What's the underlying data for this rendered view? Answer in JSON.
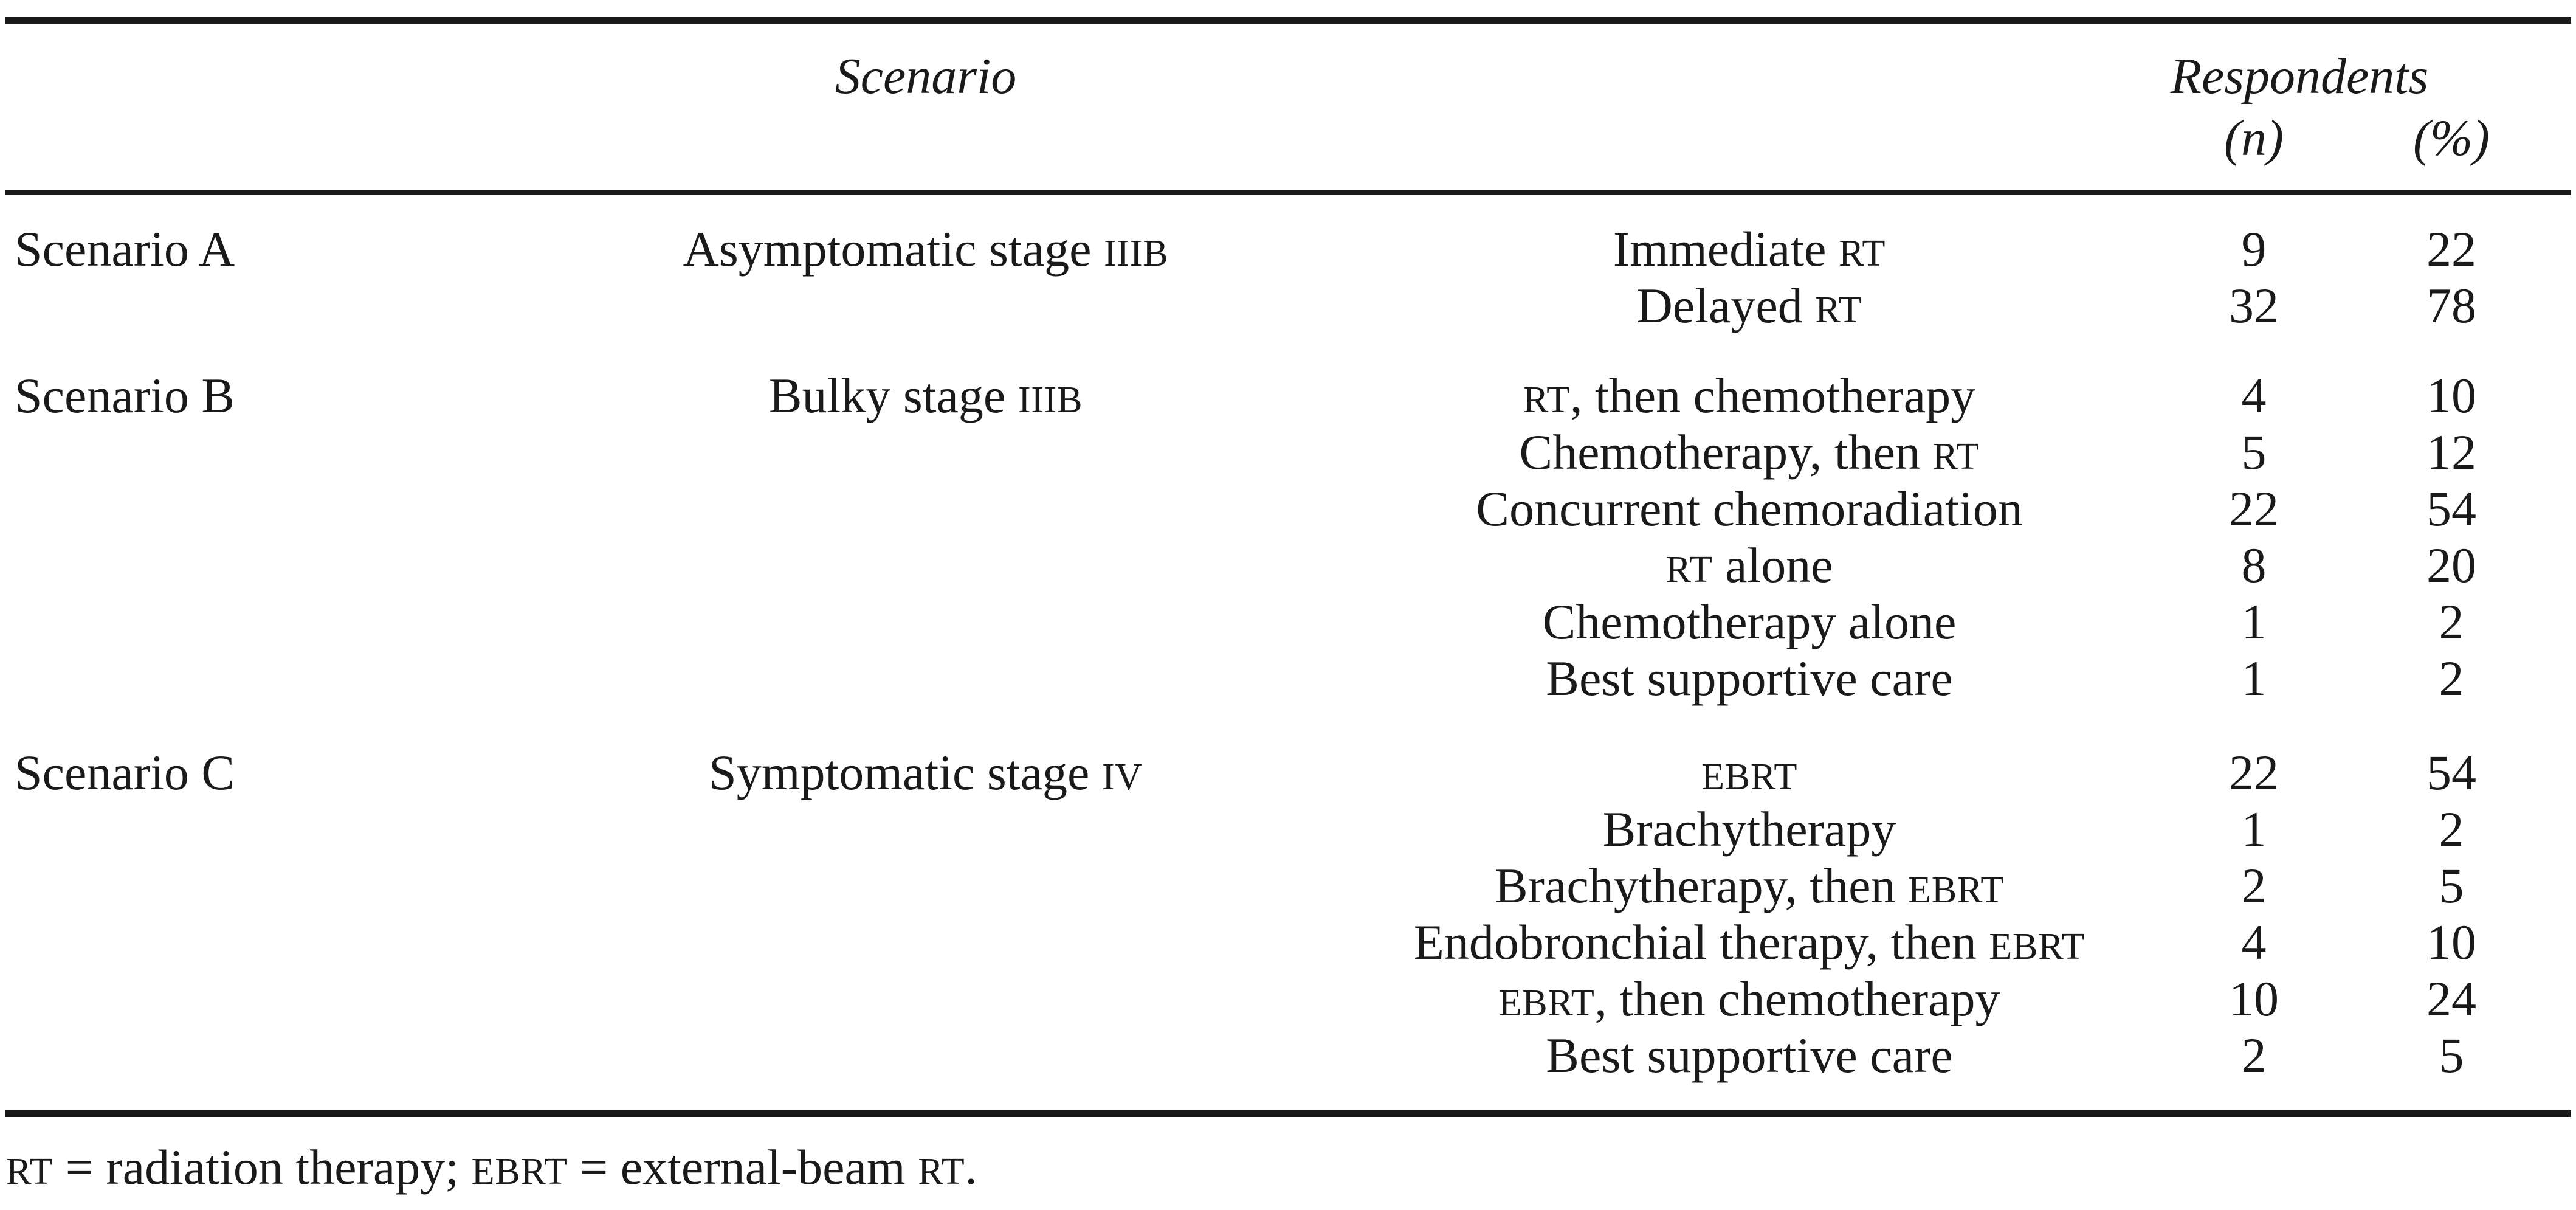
{
  "colors": {
    "text": "#1a1a1a",
    "rule": "#1a1a1a",
    "background": "#ffffff"
  },
  "table": {
    "header": {
      "scenario": "Scenario",
      "respondents": "Respondents",
      "n": "(n)",
      "pct": "(%)"
    },
    "groups": [
      {
        "scenario": "Scenario A",
        "description": [
          {
            "t": "Asymptomatic stage "
          },
          {
            "t": "IIIB",
            "sc": true
          }
        ],
        "rows": [
          {
            "treatment": [
              {
                "t": "Immediate "
              },
              {
                "t": "RT",
                "sc": true
              }
            ],
            "n": "9",
            "pct": "22"
          },
          {
            "treatment": [
              {
                "t": "Delayed "
              },
              {
                "t": "RT",
                "sc": true
              }
            ],
            "n": "32",
            "pct": "78"
          }
        ]
      },
      {
        "scenario": "Scenario B",
        "description": [
          {
            "t": "Bulky stage "
          },
          {
            "t": "IIIB",
            "sc": true
          }
        ],
        "rows": [
          {
            "treatment": [
              {
                "t": "RT",
                "sc": true
              },
              {
                "t": ", then chemotherapy"
              }
            ],
            "n": "4",
            "pct": "10"
          },
          {
            "treatment": [
              {
                "t": "Chemotherapy, then "
              },
              {
                "t": "RT",
                "sc": true
              }
            ],
            "n": "5",
            "pct": "12"
          },
          {
            "treatment": [
              {
                "t": "Concurrent chemoradiation"
              }
            ],
            "n": "22",
            "pct": "54"
          },
          {
            "treatment": [
              {
                "t": "RT",
                "sc": true
              },
              {
                "t": " alone"
              }
            ],
            "n": "8",
            "pct": "20"
          },
          {
            "treatment": [
              {
                "t": "Chemotherapy alone"
              }
            ],
            "n": "1",
            "pct": "2"
          },
          {
            "treatment": [
              {
                "t": "Best supportive care"
              }
            ],
            "n": "1",
            "pct": "2"
          }
        ]
      },
      {
        "scenario": "Scenario C",
        "description": [
          {
            "t": "Symptomatic stage "
          },
          {
            "t": "IV",
            "sc": true
          }
        ],
        "rows": [
          {
            "treatment": [
              {
                "t": "EBRT",
                "sc": true
              }
            ],
            "n": "22",
            "pct": "54"
          },
          {
            "treatment": [
              {
                "t": "Brachytherapy"
              }
            ],
            "n": "1",
            "pct": "2"
          },
          {
            "treatment": [
              {
                "t": "Brachytherapy, then "
              },
              {
                "t": "EBRT",
                "sc": true
              }
            ],
            "n": "2",
            "pct": "5"
          },
          {
            "treatment": [
              {
                "t": "Endobronchial therapy, then "
              },
              {
                "t": "EBRT",
                "sc": true
              }
            ],
            "n": "4",
            "pct": "10"
          },
          {
            "treatment": [
              {
                "t": "EBRT",
                "sc": true
              },
              {
                "t": ", then chemotherapy"
              }
            ],
            "n": "10",
            "pct": "24"
          },
          {
            "treatment": [
              {
                "t": "Best supportive care"
              }
            ],
            "n": "2",
            "pct": "5"
          }
        ]
      }
    ],
    "footnote": [
      {
        "t": "RT",
        "sc": true
      },
      {
        "t": " = radiation therapy; "
      },
      {
        "t": "EBRT",
        "sc": true
      },
      {
        "t": " = external-beam "
      },
      {
        "t": "RT",
        "sc": true
      },
      {
        "t": "."
      }
    ]
  }
}
